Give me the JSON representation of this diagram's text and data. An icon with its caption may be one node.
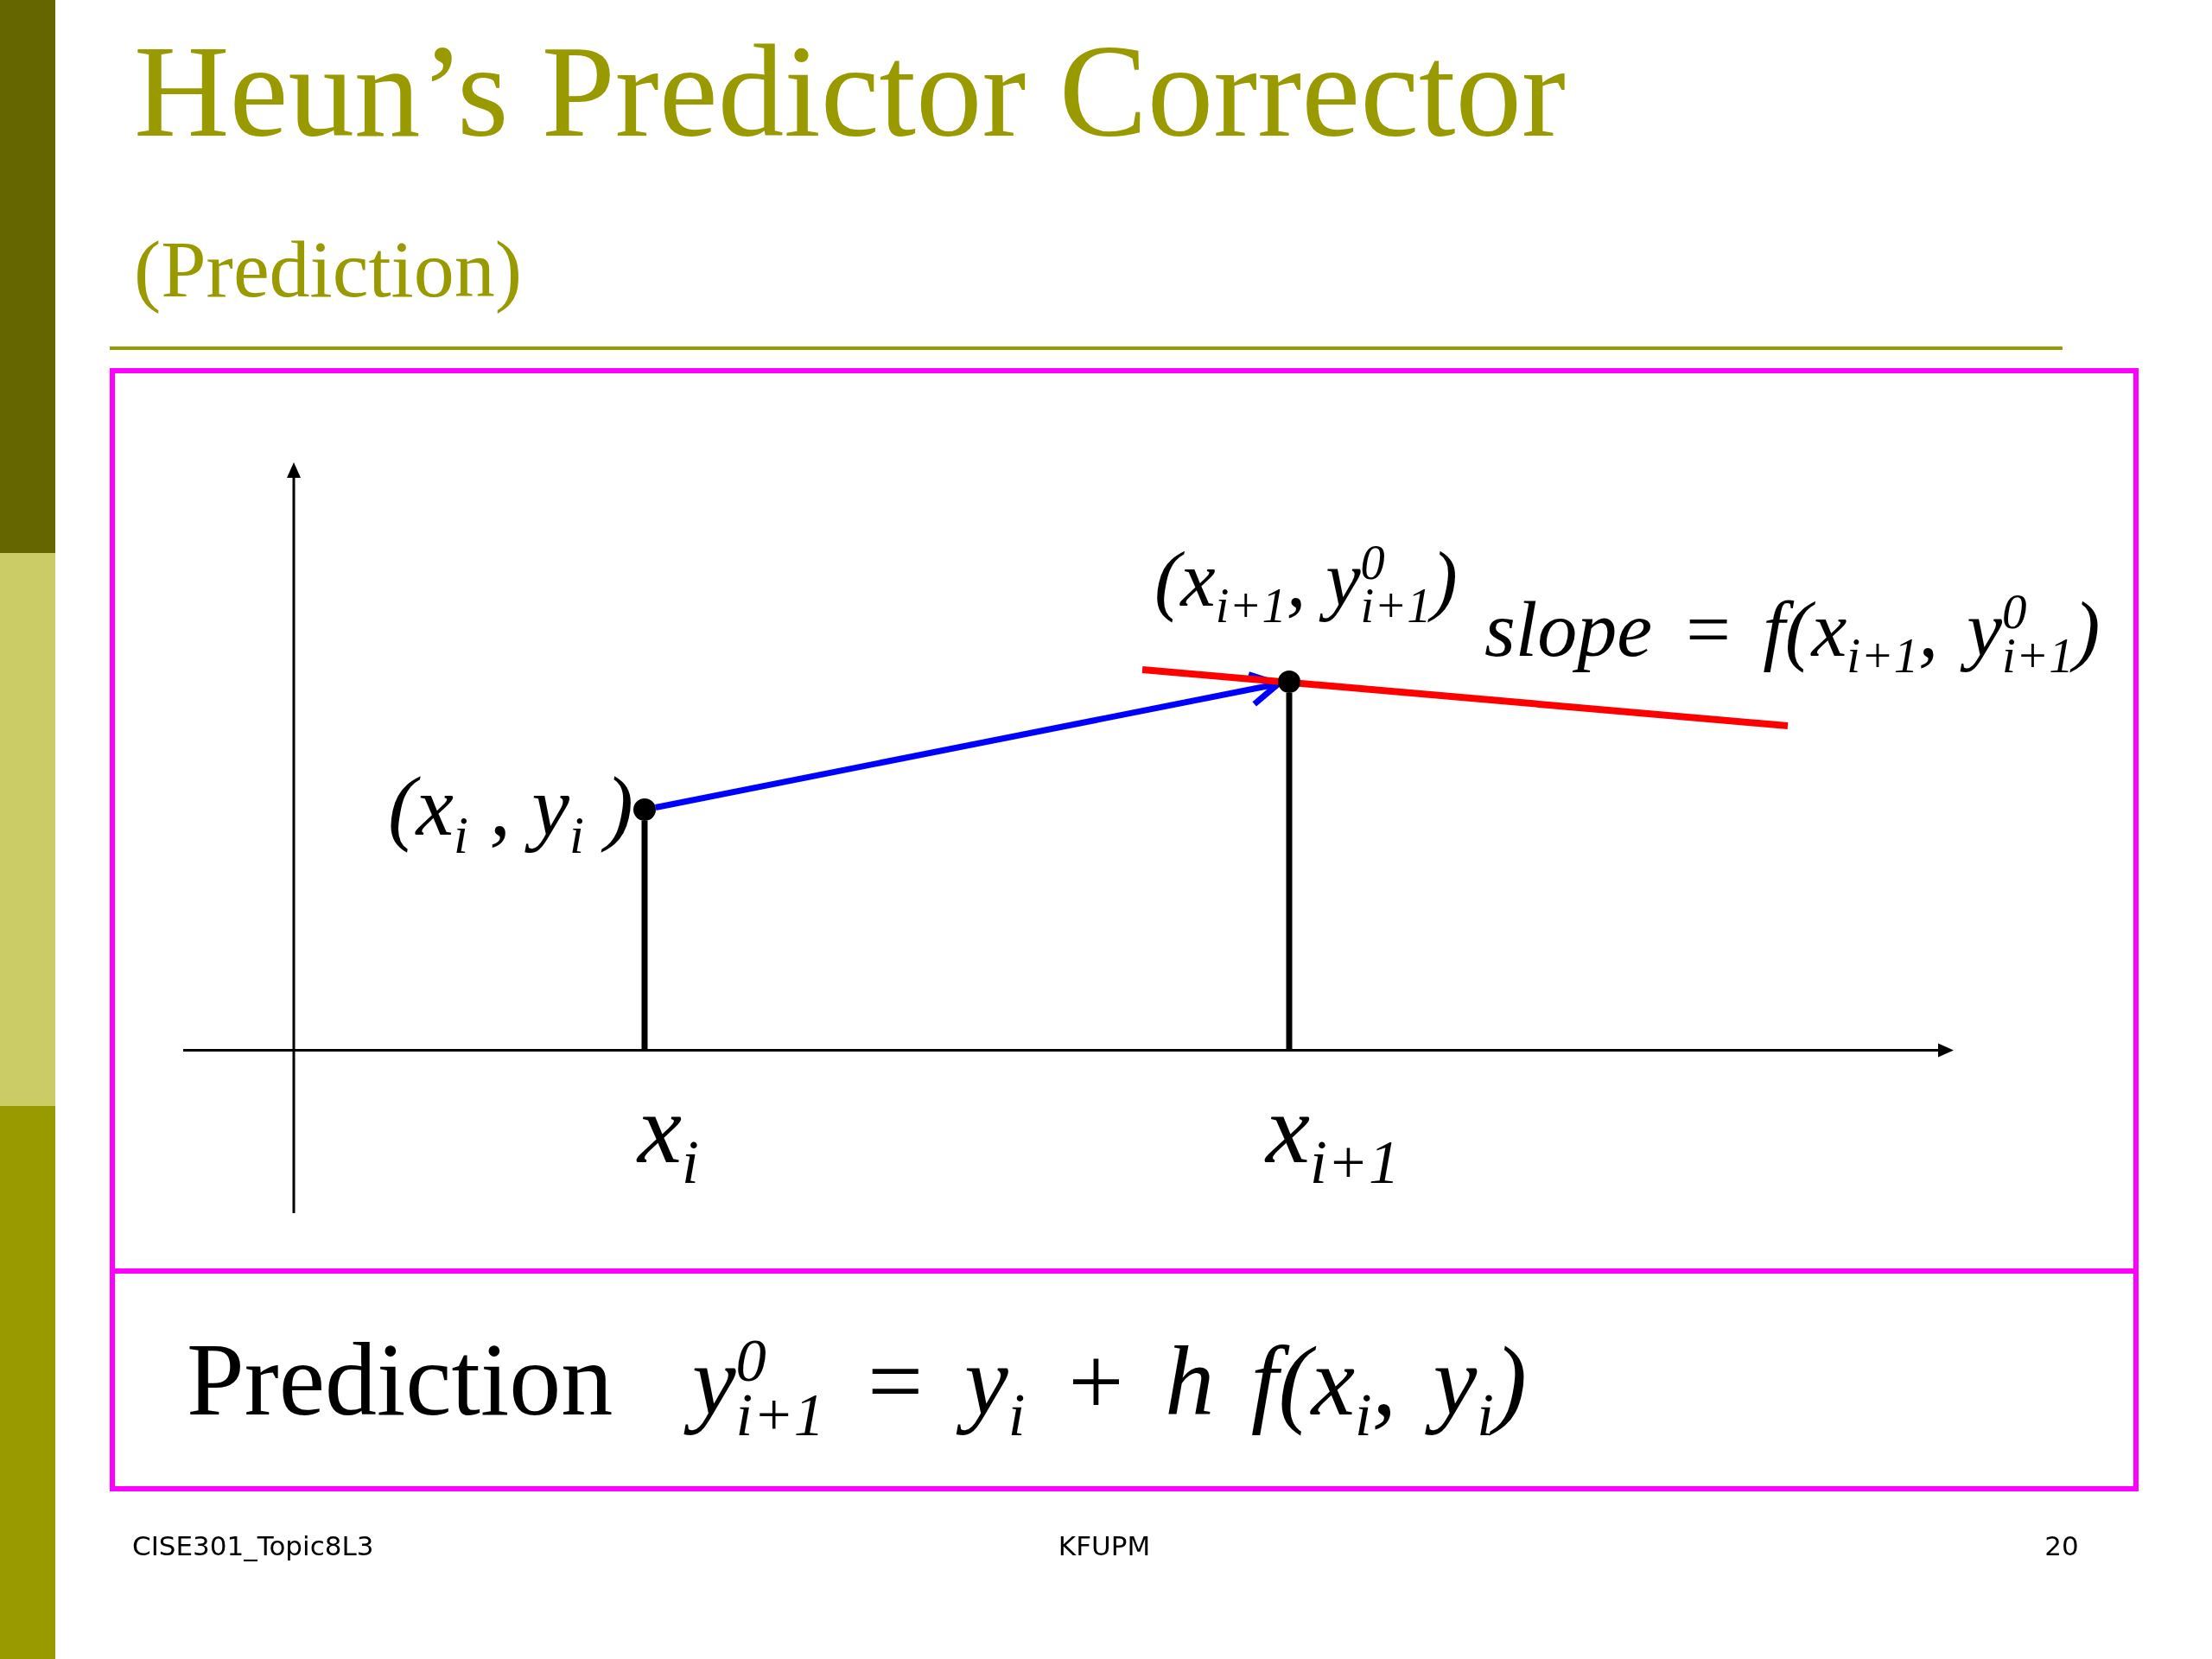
{
  "diagram": {
    "title": "Heun’s Predictor Corrector",
    "nodes": [
      {
        "text": [],
        "shape": "box"
      },
      {
        "text": [],
        "shape": "circle",
        "in": 0,
        "beside": [
          "(x$_{i}$ , y$_{i}$ )"
        ]
      },
      {
        "text": [],
        "shape": "circle",
        "in": 0,
        "beside": [
          "(x$_{i+1}$, y$^{0}$$_{i+1}$)"
        ]
      },
      {
        "text": [],
        "shape": "bar",
        "in": 0
      },
      {
        "text": [
          "Prediction",
          "y$^{0}$$_{i+1}$ = y$_{i}$ + h  f(x$_{i}$, y$_{i}$)"
        ]
      }
    ],
    "edges": [
      {
        "from": 1,
        "to": 2,
        "arrow": "to",
        "color": "#0000ff"
      },
      {
        "from": 1,
        "to": 3,
        "arrow": "none"
      },
      {
        "from": 2,
        "to": 3,
        "arrow": "none"
      }
    ],
    "labels": [
      "(Prediction)",
      "slope = f(x$_{i+1}$, y$^{0}$$_{i+1}$)",
      "x$_{i}$",
      "x$_{i+1}$",
      "CISE301_Topic8L3",
      "KFUPM",
      "20"
    ]
  }
}
